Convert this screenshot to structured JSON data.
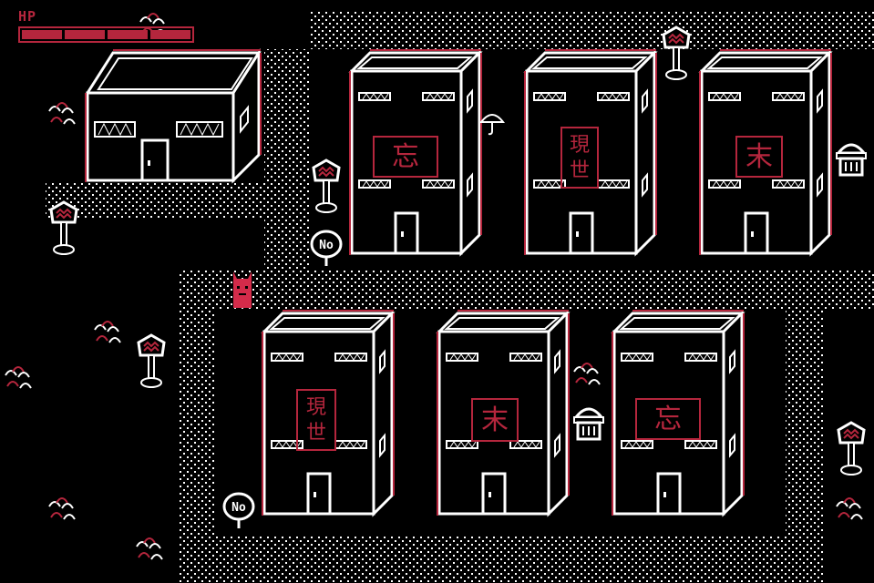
{
  "hud": {
    "hp_label": "HP",
    "hp_segments_total": 4,
    "hp_segments_filled": 4
  },
  "signs": {
    "no_label": "No"
  },
  "building_signs": {
    "wang": "忘",
    "genze": "現世",
    "sue": "末"
  },
  "colors": {
    "background": "#000000",
    "accent_red": "#b5263d",
    "outline_white": "#ffffff"
  },
  "player": {
    "color": "#d42b4a"
  }
}
